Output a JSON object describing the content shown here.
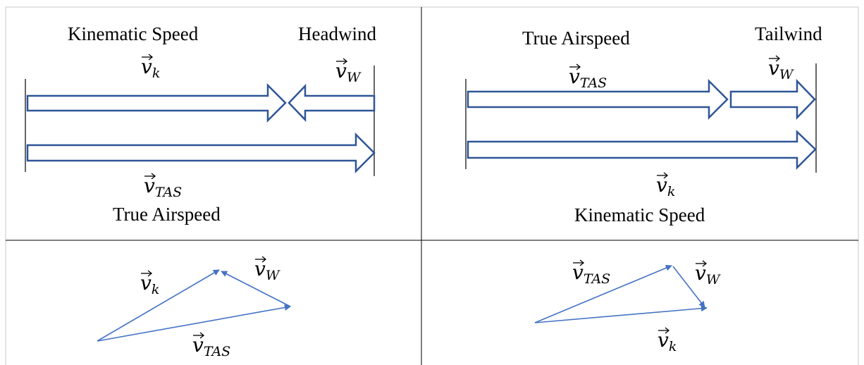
{
  "quadrants": {
    "headwind": {
      "label_kinematic": "Kinematic Speed",
      "label_wind": "Headwind",
      "label_tas": "True Airspeed",
      "vec_k": "v",
      "vec_k_sub": "k",
      "vec_w": "v",
      "vec_w_sub": "W",
      "vec_tas": "v",
      "vec_tas_sub": "TAS"
    },
    "tailwind": {
      "label_tas": "True Airspeed",
      "label_wind": "Tailwind",
      "label_kinematic": "Kinematic Speed",
      "vec_tas": "v",
      "vec_tas_sub": "TAS",
      "vec_w": "v",
      "vec_w_sub": "W",
      "vec_k": "v",
      "vec_k_sub": "k"
    },
    "triangle_headwind": {
      "vec_k": "v",
      "vec_k_sub": "k",
      "vec_w": "v",
      "vec_w_sub": "W",
      "vec_tas": "v",
      "vec_tas_sub": "TAS"
    },
    "triangle_tailwind": {
      "vec_tas": "v",
      "vec_tas_sub": "TAS",
      "vec_w": "v",
      "vec_w_sub": "W",
      "vec_k": "v",
      "vec_k_sub": "k"
    }
  },
  "colors": {
    "block_arrow_outline": "#2f5597",
    "triangle_vector": "#4472c4",
    "grid": "#000000"
  }
}
